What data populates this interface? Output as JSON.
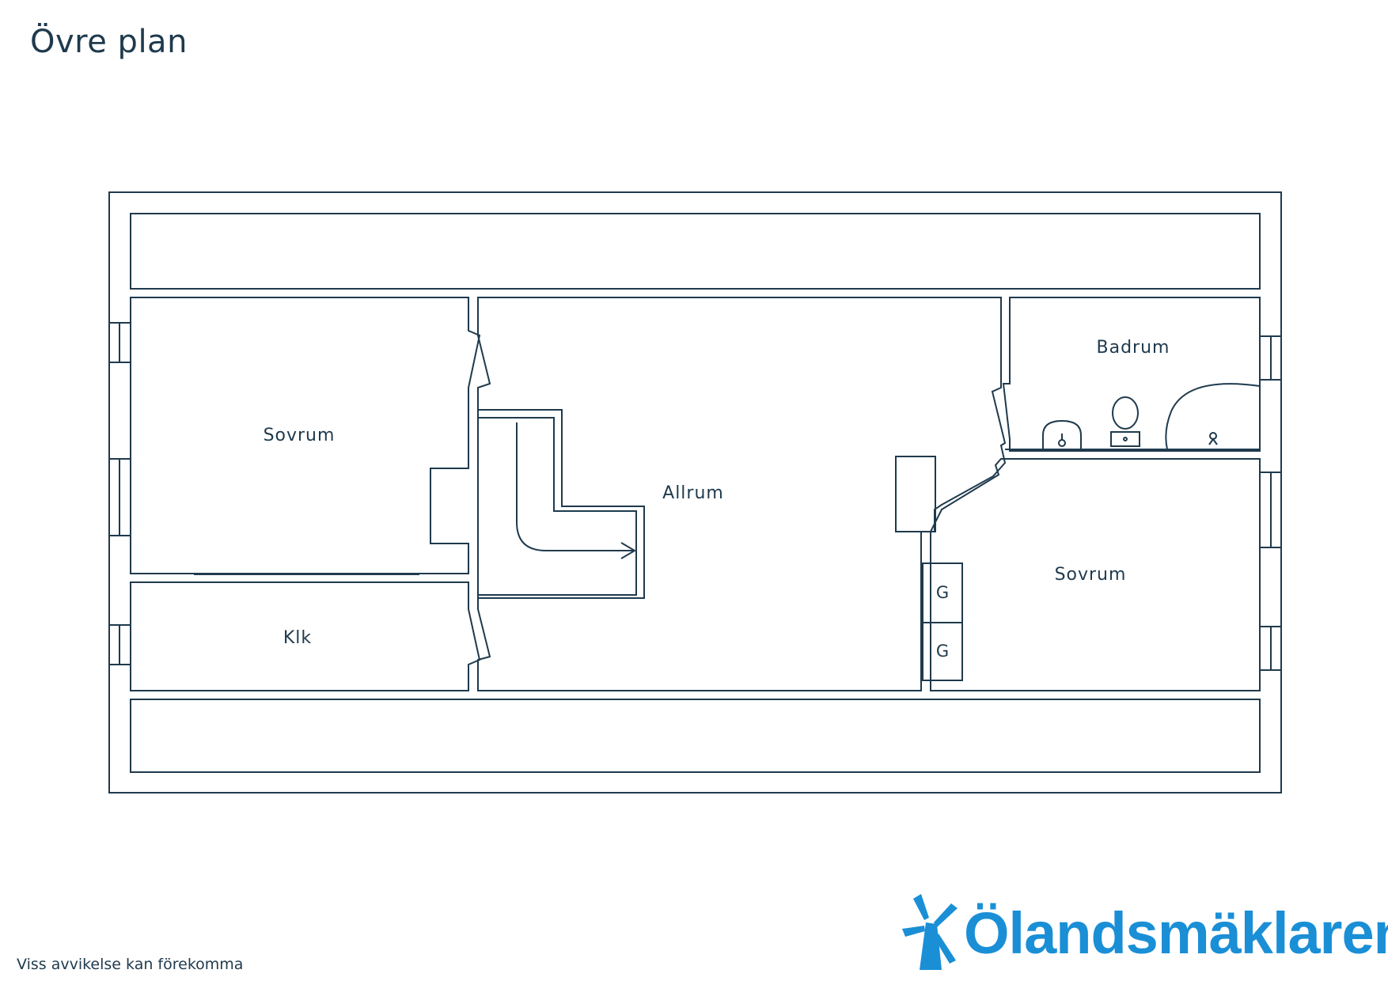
{
  "title": "Övre plan",
  "rooms": {
    "sovrum_left": "Sovrum",
    "klk": "Klk",
    "allrum": "Allrum",
    "badrum": "Badrum",
    "sovrum_right": "Sovrum"
  },
  "closets": [
    "G",
    "G"
  ],
  "disclaimer": "Viss avvikelse kan förekomma",
  "logo": {
    "name": "Ölandsmäklaren",
    "icon": "windmill-icon",
    "color": "#1a8fd6"
  },
  "colors": {
    "line": "#1f3a4d",
    "background": "#ffffff"
  }
}
